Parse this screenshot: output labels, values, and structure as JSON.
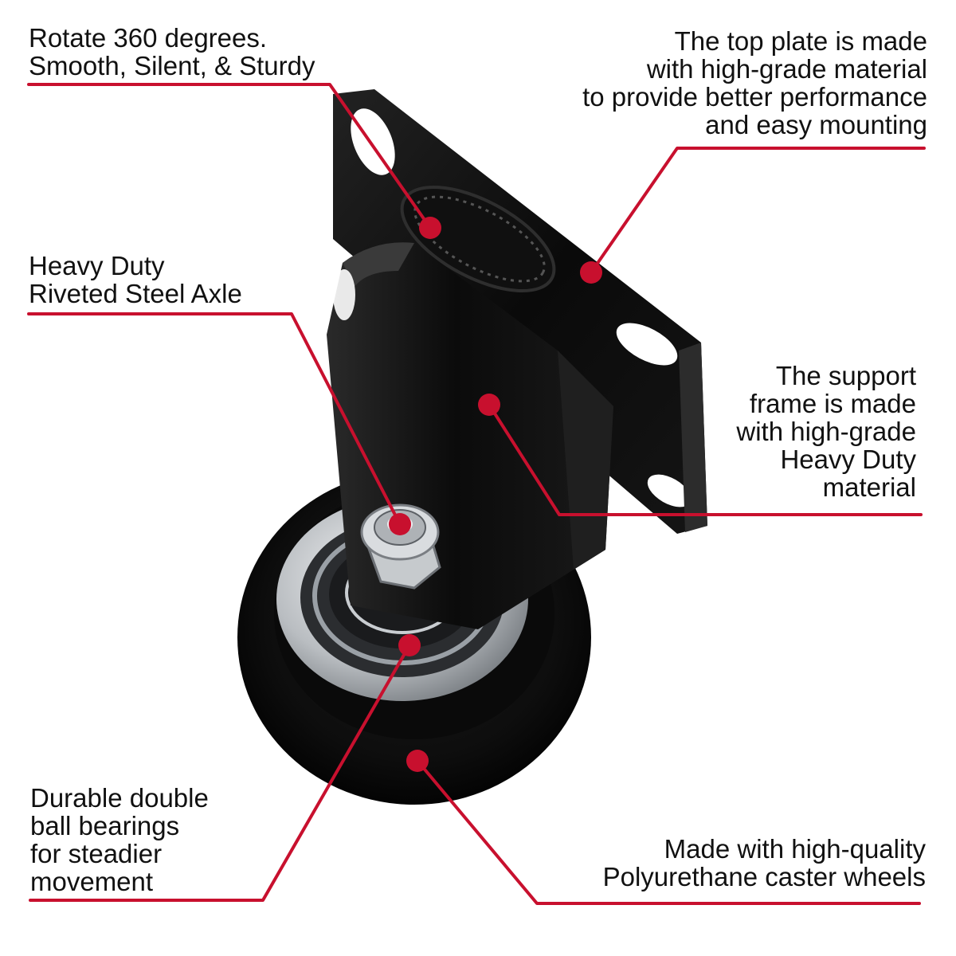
{
  "colors": {
    "callout": "#c8102e",
    "caster_black": "#0b0b0b",
    "steel": "#bfc3c7",
    "background": "#ffffff"
  },
  "callouts": {
    "rotate": {
      "lines": [
        "Rotate 360 degrees.",
        "Smooth, Silent, & Sturdy"
      ]
    },
    "top_plate": {
      "lines": [
        "The top plate is made",
        "with high-grade material",
        "to provide better performance",
        "and easy mounting"
      ]
    },
    "axle": {
      "lines": [
        "Heavy Duty",
        "Riveted Steel Axle"
      ]
    },
    "support_frame": {
      "lines": [
        "The support",
        "frame is made",
        "with high-grade",
        "Heavy Duty",
        "material"
      ]
    },
    "bearings": {
      "lines": [
        "Durable double",
        "ball bearings",
        "for steadier",
        "movement"
      ]
    },
    "wheels": {
      "lines": [
        "Made with high-quality",
        "Polyurethane caster wheels"
      ]
    }
  }
}
